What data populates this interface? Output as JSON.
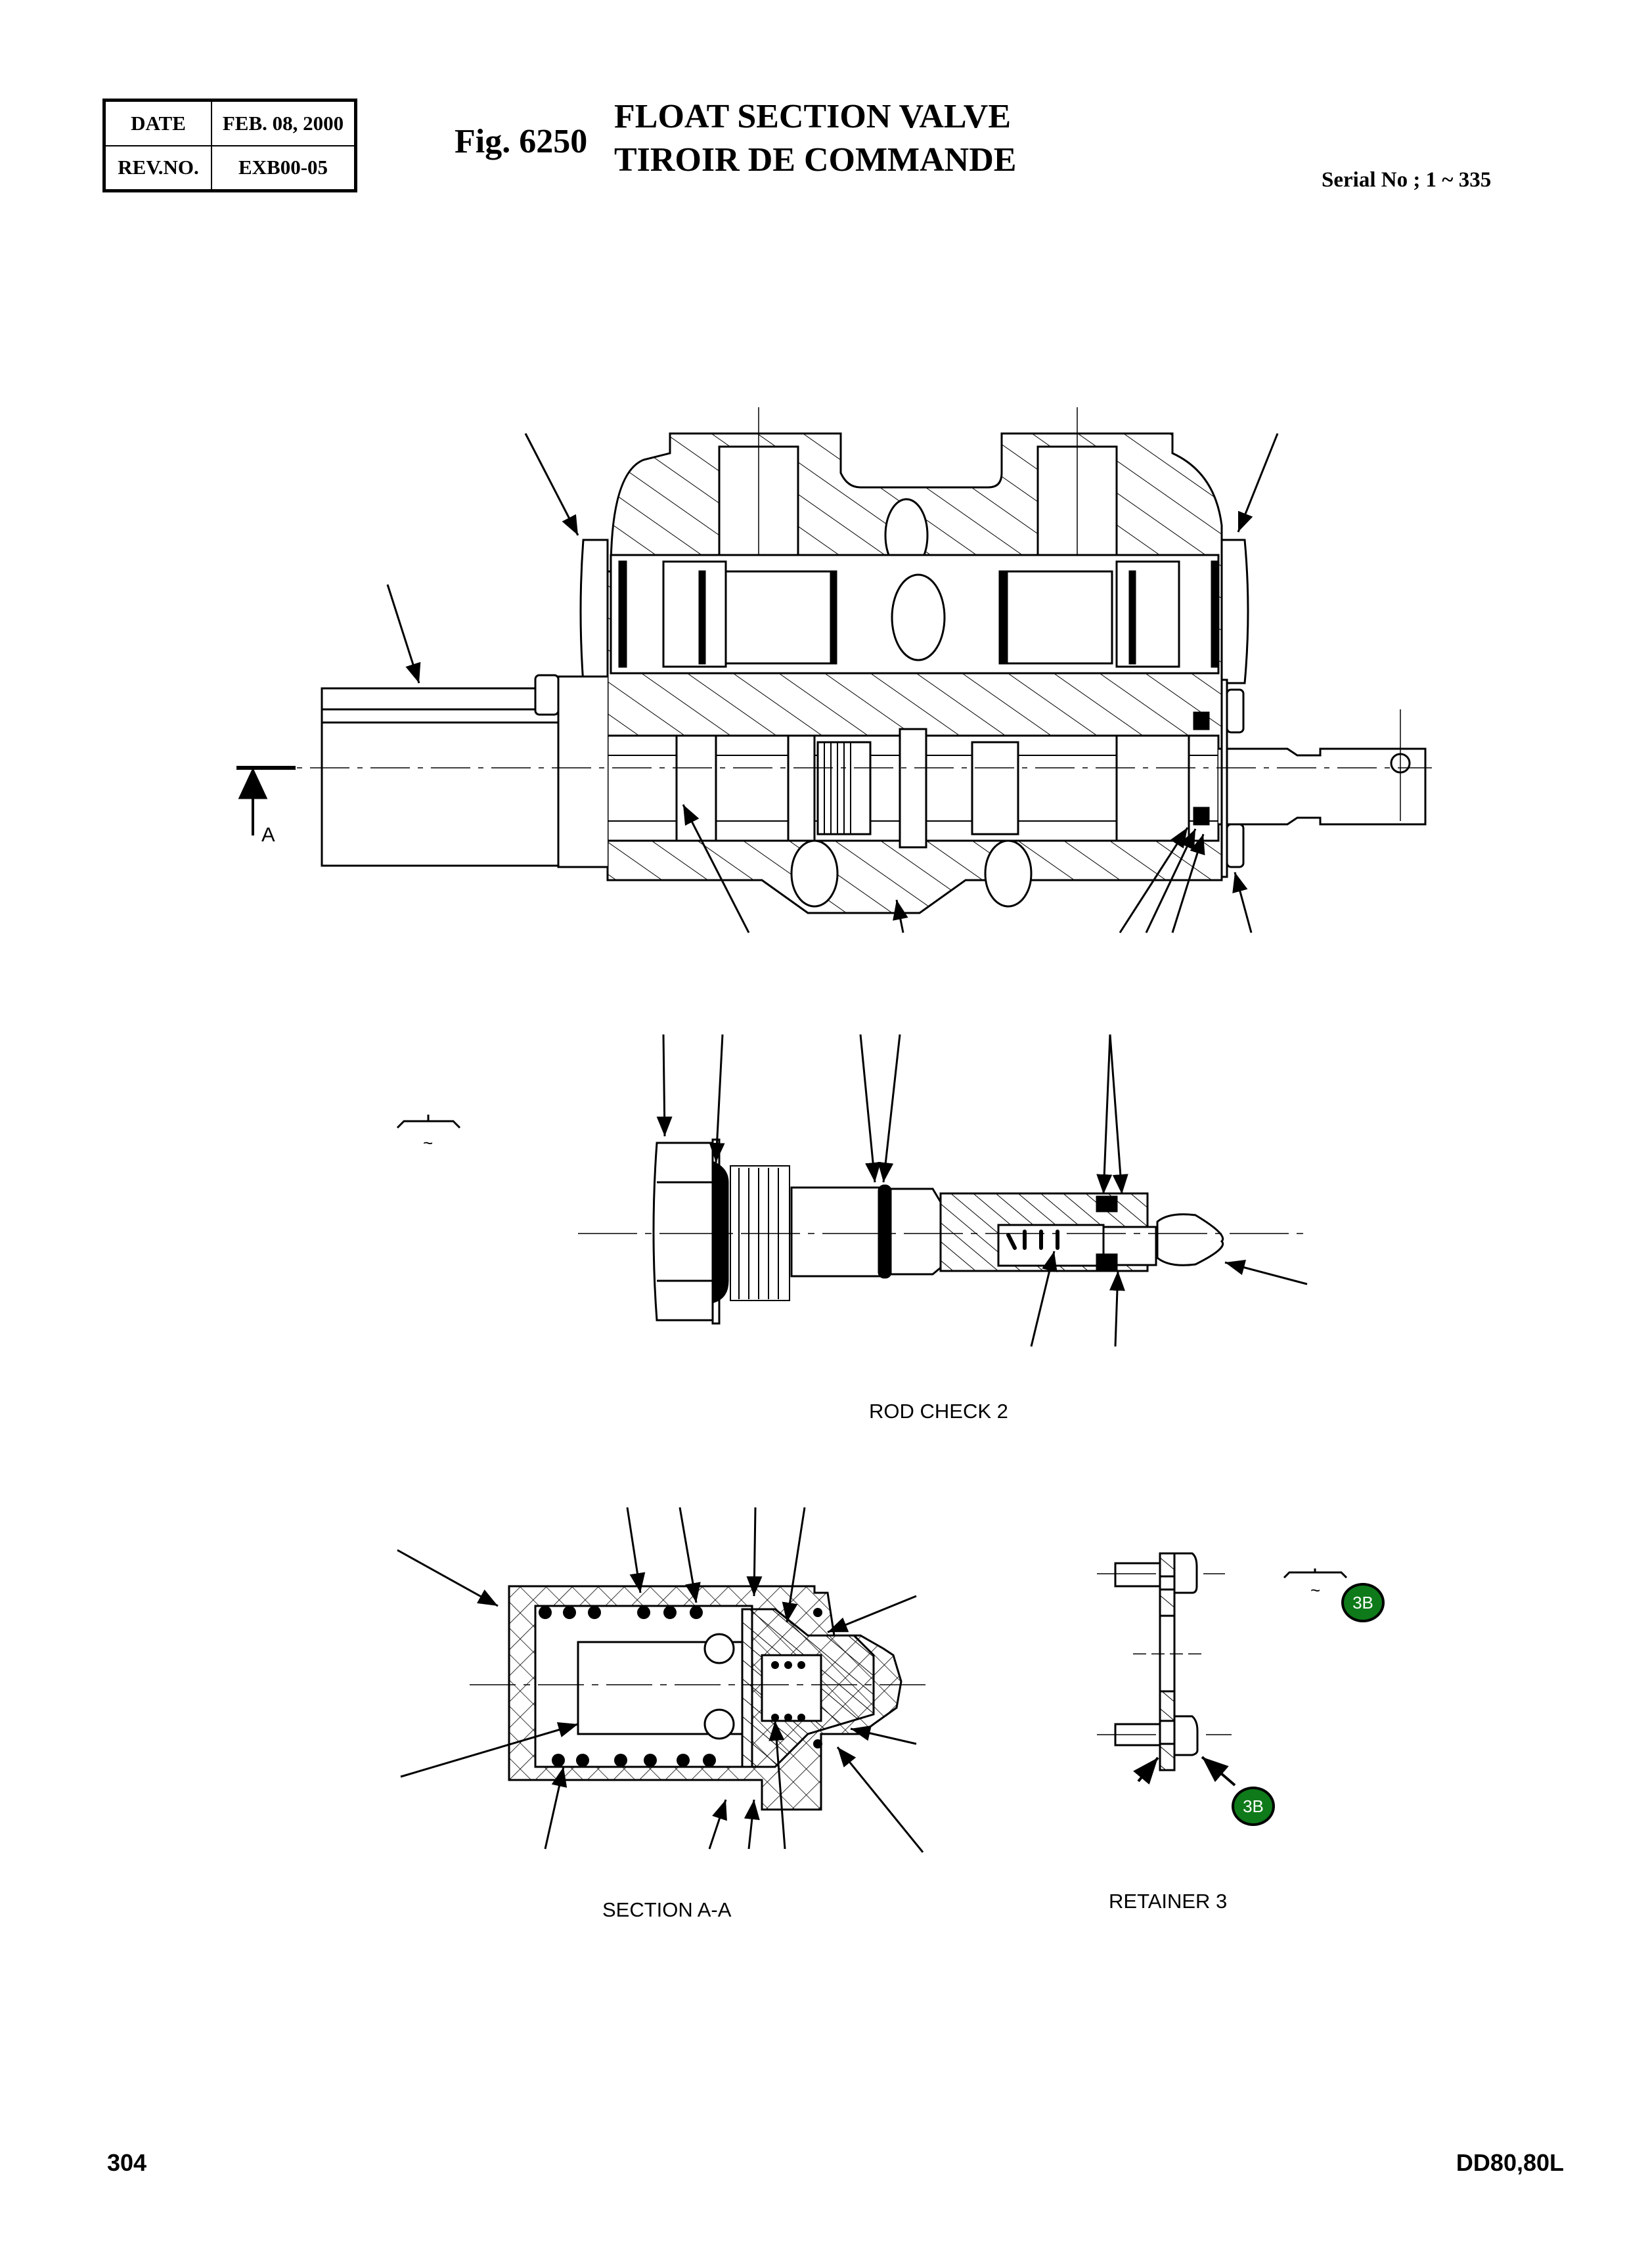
{
  "header": {
    "date_label": "DATE",
    "date_value": "FEB. 08, 2000",
    "rev_label": "REV.NO.",
    "rev_value": "EXB00-05",
    "figure_number": "Fig. 6250",
    "title_en": "FLOAT SECTION VALVE",
    "title_fr": "TIROIR DE COMMANDE",
    "serial": "Serial No ; 1 ~ 335"
  },
  "drawings": {
    "main_section_marker": "A",
    "rod_check_caption": "ROD CHECK 2",
    "section_caption": "SECTION A-A",
    "retainer_caption": "RETAINER 3",
    "tilde_symbol": "~"
  },
  "badges": [
    {
      "label": "3B",
      "color": "#0e7a1a"
    },
    {
      "label": "3B",
      "color": "#0e7a1a"
    }
  ],
  "footer": {
    "page_number": "304",
    "model": "DD80,80L"
  }
}
